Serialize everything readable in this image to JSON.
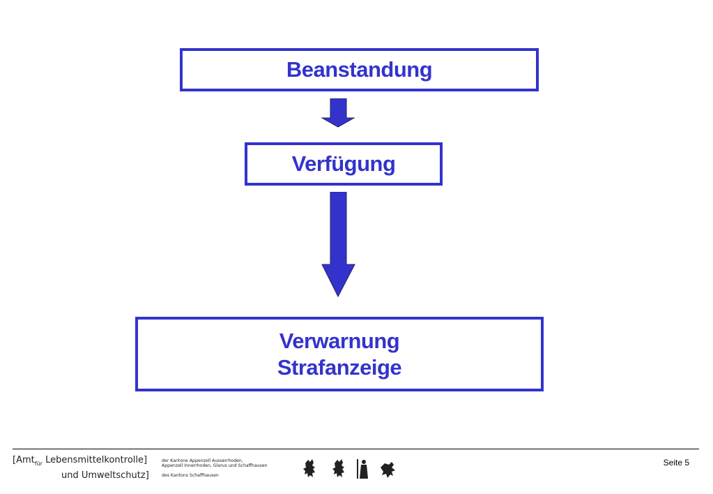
{
  "diagram": {
    "box_top": "Beanstandung",
    "box_middle": "Verfügung",
    "box_bottom_line1": "Verwarnung",
    "box_bottom_line2": "Strafanzeige",
    "colors": {
      "box_border": "#3333cc",
      "text": "#3333cc",
      "arrow": "#3333cc"
    }
  },
  "footer": {
    "amt_prefix": "[Amt",
    "amt_fuer": "für",
    "amt_line1": "Lebensmittelkontrolle]",
    "amt_line2": "und Umweltschutz]",
    "cantons_line1": "der Kantone Appenzell Ausserrhoden,",
    "cantons_line2": "Appenzell Innerrhoden, Glarus und Schaffhausen",
    "canton_sh": "des Kantons Schaffhausen",
    "page_label": "Seite 5"
  }
}
